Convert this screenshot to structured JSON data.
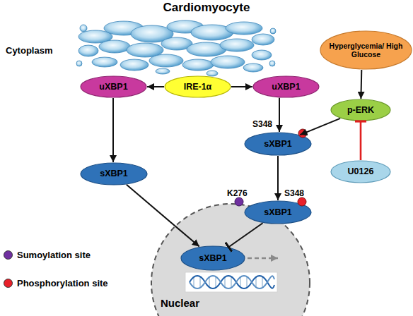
{
  "diagram": {
    "title": "Cardiomyocyte",
    "nodes": [
      {
        "text": [
          "Hyperglycemia/ High Glucose"
        ]
      },
      {
        "text": [
          "uXBP1"
        ]
      },
      {
        "text": [
          "IRE-1α"
        ]
      },
      {
        "text": [
          "uXBP1"
        ]
      },
      {
        "text": [
          "p-ERK"
        ]
      },
      {
        "text": [
          "sXBP1"
        ]
      },
      {
        "text": [
          "sXBP1"
        ]
      },
      {
        "text": [
          "U0126"
        ]
      },
      {
        "text": [
          "sXBP1"
        ]
      },
      {
        "text": [
          "Nuclear"
        ]
      },
      {
        "text": [
          "sXBP1"
        ],
        "in": 9
      }
    ],
    "edges": [
      {
        "from": 2,
        "to": 1,
        "arrow": "to"
      },
      {
        "from": 2,
        "to": 3,
        "arrow": "to"
      },
      {
        "from": 1,
        "to": 6,
        "arrow": "to"
      },
      {
        "from": 3,
        "to": 5,
        "arrow": "to"
      },
      {
        "from": 0,
        "to": 4,
        "arrow": "to"
      },
      {
        "from": 4,
        "to": 5,
        "arrow": "to"
      },
      {
        "from": 7,
        "to": 4,
        "arrow": "to"
      },
      {
        "from": 5,
        "to": 8,
        "arrow": "to"
      },
      {
        "from": 6,
        "to": 10,
        "arrow": "to"
      },
      {
        "from": 8,
        "to": 10,
        "arrow": "to"
      }
    ],
    "labels": [
      "Cytoplasm",
      "S348",
      "K276",
      "S348"
    ],
    "legend": [
      {
        "text": "Sumoylation site",
        "color": "#7030a0"
      },
      {
        "text": "Phosphorylation site",
        "color": "#e8202a"
      }
    ]
  }
}
